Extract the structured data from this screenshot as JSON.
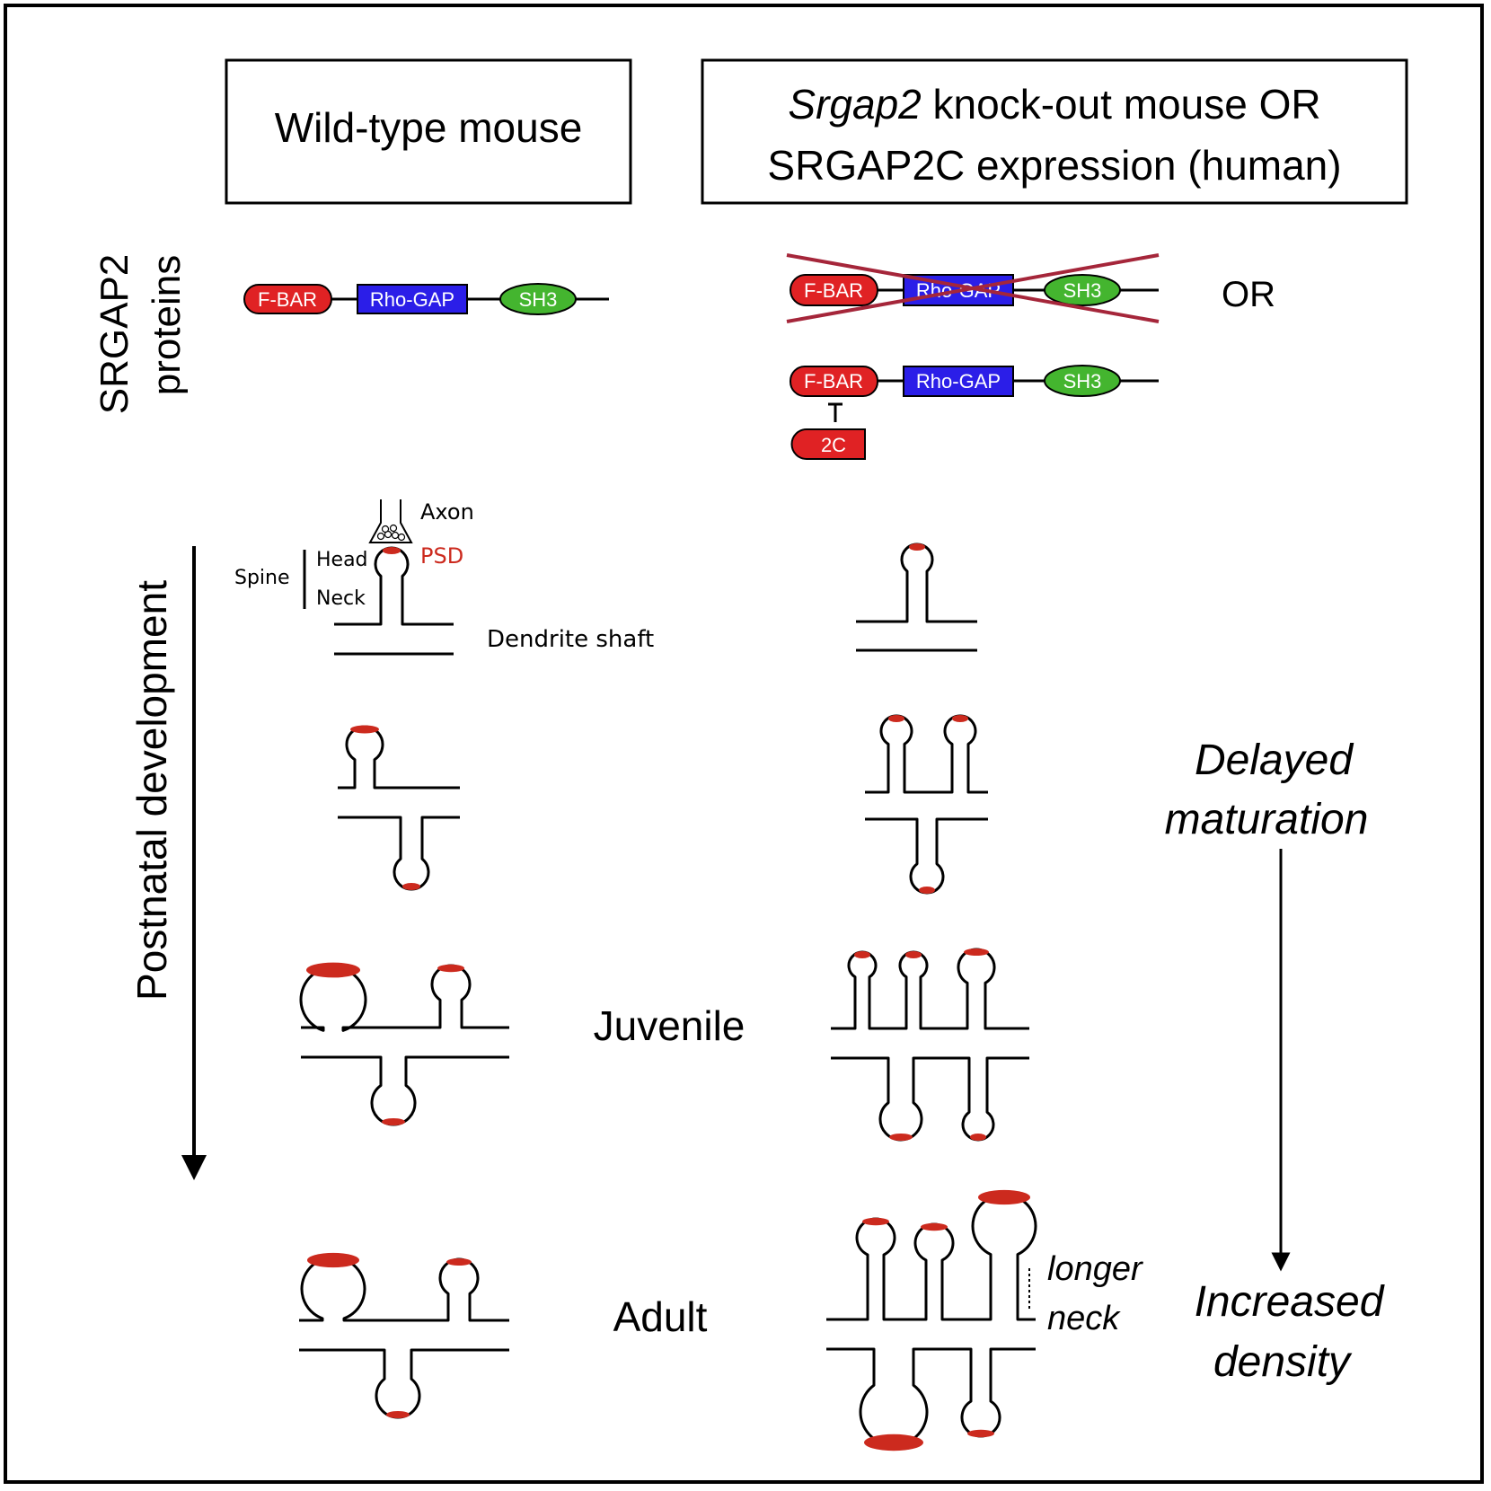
{
  "headers": {
    "wild_type": "Wild-type mouse",
    "mutant_italic": "Srgap2",
    "mutant_line1_rest": " knock-out mouse OR",
    "mutant_line2": "SRGAP2C expression (human)"
  },
  "side_labels": {
    "proteins": [
      "SRGAP2",
      "proteins"
    ],
    "development": "Postnatal development"
  },
  "domains": {
    "fbar": "F-BAR",
    "rhogap": "Rho-GAP",
    "sh3": "SH3",
    "srgap2c": "2C"
  },
  "or_label": "OR",
  "spine_labels": {
    "axon": "Axon",
    "psd": "PSD",
    "head": "Head",
    "spine": "Spine",
    "neck": "Neck",
    "dendrite_shaft": "Dendrite shaft"
  },
  "stage_labels": {
    "juvenile": "Juvenile",
    "adult": "Adult"
  },
  "phenotype_labels": {
    "delayed": [
      "Delayed",
      "maturation"
    ],
    "increased": [
      "Increased",
      "density"
    ],
    "longer_neck": [
      "longer",
      "neck"
    ]
  },
  "colors": {
    "fbar": "#e02224",
    "rhogap": "#2b1ee8",
    "sh3": "#44b52f",
    "psd": "#cc2a1e",
    "cross": "#a5263a",
    "ink": "#000000"
  }
}
